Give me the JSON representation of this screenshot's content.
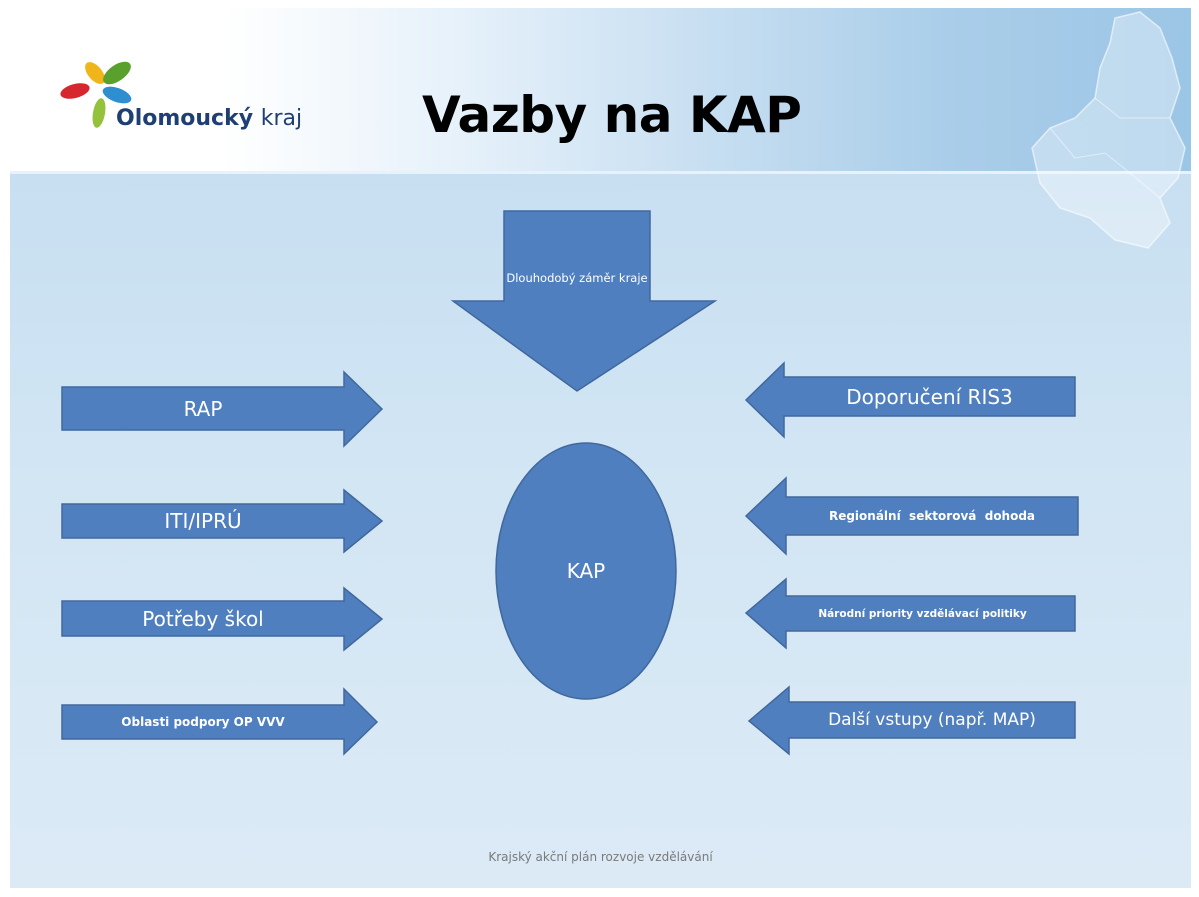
{
  "slide": {
    "title": "Vazby na KAP",
    "footer": "Krajský akční plán rozvoje vzdělávání"
  },
  "logo": {
    "name_bold": "Olomoucký",
    "name_light": "kraj",
    "petal_colors": [
      "#f1b51c",
      "#5aa02c",
      "#d6262e",
      "#2d8fd0",
      "#94c23c"
    ]
  },
  "diagram": {
    "top_input": "Dlouhodobý záměr kraje",
    "center": "KAP",
    "left_inputs": [
      "RAP",
      "ITI/IPRÚ",
      "Potřeby škol",
      "Oblasti podpory OP VVV"
    ],
    "right_inputs": [
      "Doporučení RIS3",
      "Regionální  sektorová  dohoda",
      "Národní priority vzdělávací politiky",
      "Další vstupy (např. MAP)"
    ],
    "shape_fill": "#4f7fbf",
    "shape_stroke": "#41689c"
  }
}
